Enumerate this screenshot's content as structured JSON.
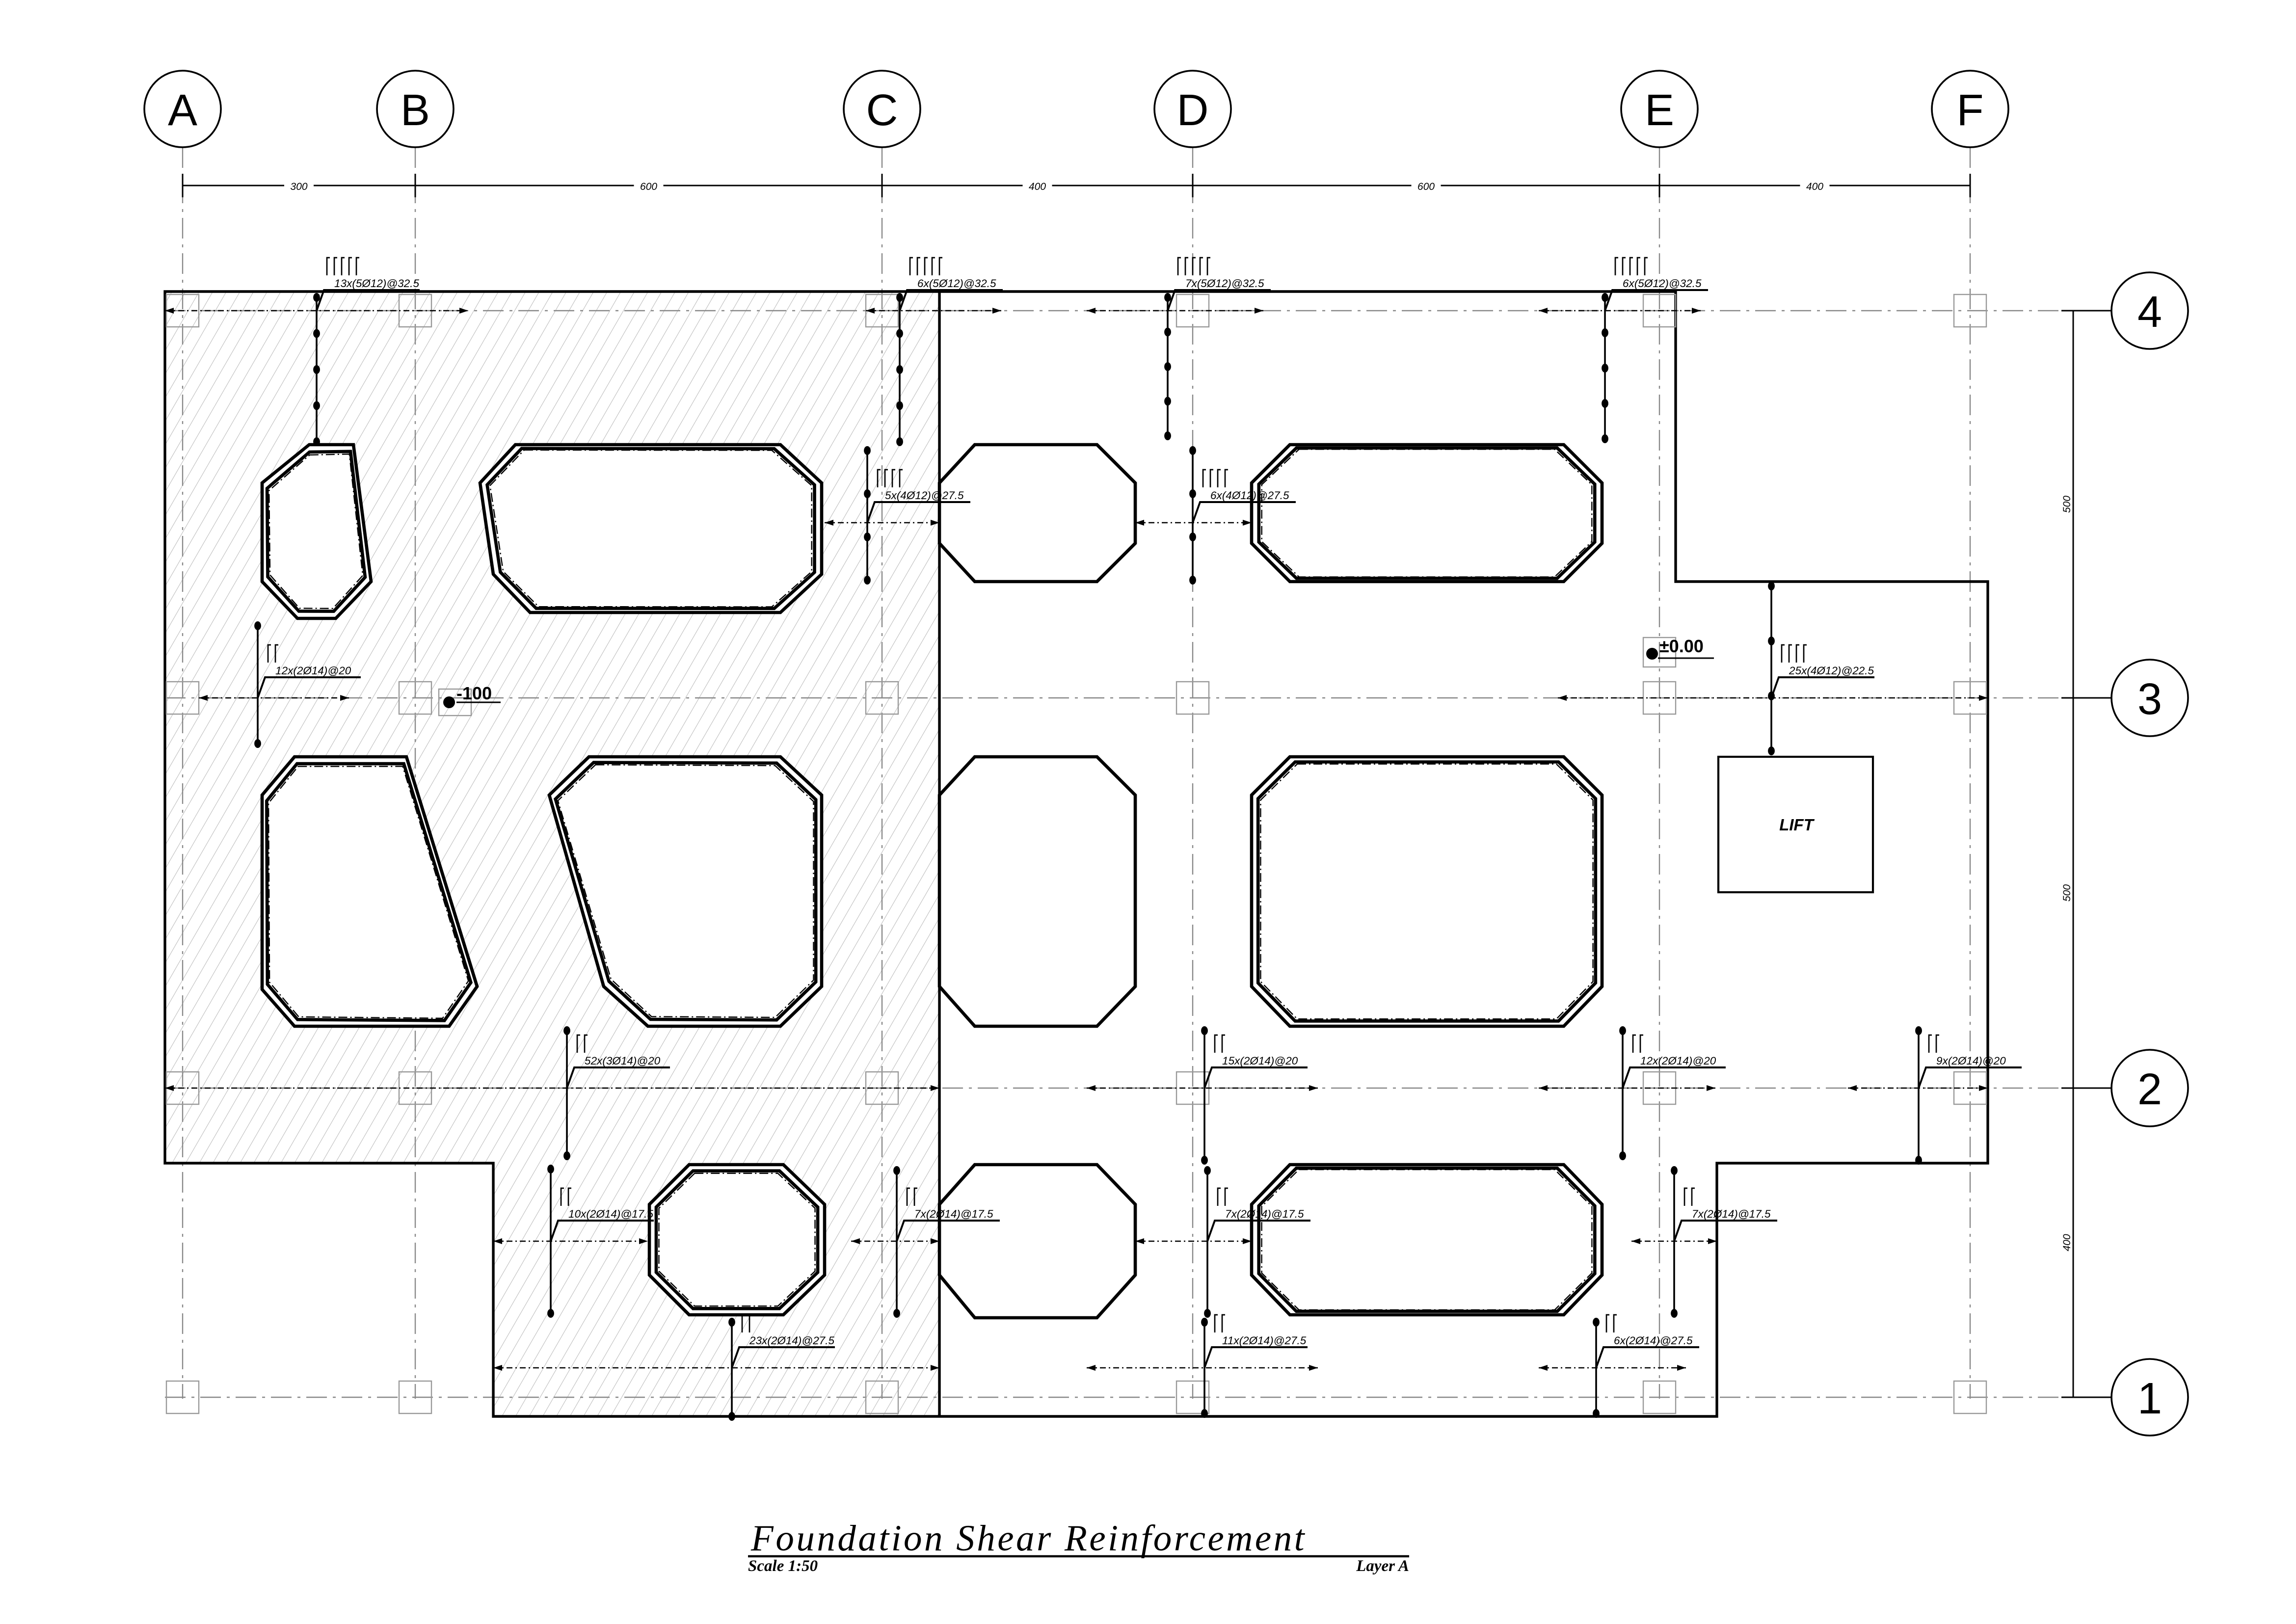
{
  "drawing": {
    "title": "Foundation Shear Reinforcement",
    "scale": "Scale 1:50",
    "layer": "Layer A"
  },
  "grid": {
    "columns": [
      "A",
      "B",
      "C",
      "D",
      "E",
      "F"
    ],
    "rows": [
      "4",
      "3",
      "2",
      "1"
    ],
    "column_spacings": [
      "300",
      "600",
      "400",
      "600",
      "400"
    ],
    "row_spacings": [
      "500",
      "500",
      "400"
    ]
  },
  "elevations": [
    "-100",
    "±0.00"
  ],
  "lift_label": "LIFT",
  "callouts": [
    "13x(5Ø12)@32.5",
    "6x(5Ø12)@32.5",
    "7x(5Ø12)@32.5",
    "6x(5Ø12)@32.5",
    "5x(4Ø12)@27.5",
    "6x(4Ø12)@27.5",
    "12x(2Ø14)@20",
    "25x(4Ø12)@22.5",
    "52x(3Ø14)@20",
    "15x(2Ø14)@20",
    "12x(2Ø14)@20",
    "9x(2Ø14)@20",
    "10x(2Ø14)@17.5",
    "7x(2Ø14)@17.5",
    "7x(2Ø14)@17.5",
    "7x(2Ø14)@17.5",
    "23x(2Ø14)@27.5",
    "11x(2Ø14)@27.5",
    "6x(2Ø14)@27.5"
  ]
}
